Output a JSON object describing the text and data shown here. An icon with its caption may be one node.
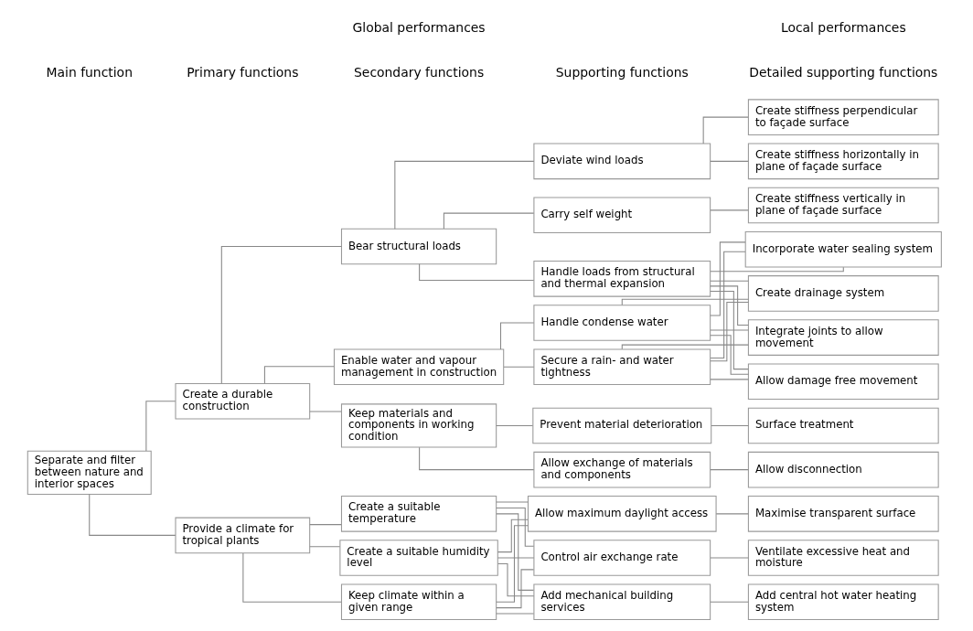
{
  "diagram": {
    "nodes": [
      {
        "text": [
          "Separate and filter between nature and interior spaces"
        ]
      },
      {
        "text": [
          "Create a durable construction"
        ]
      },
      {
        "text": [
          "Provide a climate for tropical plants"
        ]
      },
      {
        "text": [
          "Bear structural loads"
        ]
      },
      {
        "text": [
          "Enable water and vapour management in construction"
        ]
      },
      {
        "text": [
          "Keep materials and components in working condition"
        ]
      },
      {
        "text": [
          "Create a suitable temperature"
        ]
      },
      {
        "text": [
          "Create a suitable humidity level"
        ]
      },
      {
        "text": [
          "Keep climate within a given range"
        ]
      },
      {
        "text": [
          "Deviate wind loads"
        ]
      },
      {
        "text": [
          "Carry self weight"
        ]
      },
      {
        "text": [
          "Handle loads from structural and thermal expansion"
        ]
      },
      {
        "text": [
          "Secure a rain- and water tightness"
        ]
      },
      {
        "text": [
          "Handle condense water"
        ]
      },
      {
        "text": [
          "Prevent material deterioration"
        ]
      },
      {
        "text": [
          "Allow exchange of materials and components"
        ]
      },
      {
        "text": [
          "Allow maximum daylight access"
        ]
      },
      {
        "text": [
          "Control air exchange rate"
        ]
      },
      {
        "text": [
          "Add mechanical building services"
        ]
      },
      {
        "text": [
          "Create stiffness perpendicular to façade surface"
        ]
      },
      {
        "text": [
          "Create stiffness horizontally in plane of façade surface"
        ]
      },
      {
        "text": [
          "Create stiffness vertically in plane of façade surface"
        ]
      },
      {
        "text": [
          "Integrate joints to allow movement"
        ]
      },
      {
        "text": [
          "Allow damage free movement"
        ]
      },
      {
        "text": [
          "Incorporate water sealing system"
        ]
      },
      {
        "text": [
          "Create drainage system"
        ]
      },
      {
        "text": [
          "Surface treatment"
        ]
      },
      {
        "text": [
          "Allow disconnection"
        ]
      },
      {
        "text": [
          "Maximise transparent surface"
        ]
      },
      {
        "text": [
          "Ventilate excessive heat and moisture"
        ]
      },
      {
        "text": [
          "Add central hot water heating system"
        ]
      }
    ],
    "edges": [
      {
        "from": 0,
        "to": 1,
        "arrow": "none"
      },
      {
        "from": 0,
        "to": 2,
        "arrow": "none"
      },
      {
        "from": 1,
        "to": 3,
        "arrow": "none"
      },
      {
        "from": 1,
        "to": 4,
        "arrow": "none"
      },
      {
        "from": 1,
        "to": 5,
        "arrow": "none"
      },
      {
        "from": 2,
        "to": 6,
        "arrow": "none"
      },
      {
        "from": 2,
        "to": 7,
        "arrow": "none"
      },
      {
        "from": 2,
        "to": 8,
        "arrow": "none"
      },
      {
        "from": 3,
        "to": 9,
        "arrow": "none"
      },
      {
        "from": 3,
        "to": 10,
        "arrow": "none"
      },
      {
        "from": 3,
        "to": 11,
        "arrow": "none"
      },
      {
        "from": 4,
        "to": 12,
        "arrow": "none"
      },
      {
        "from": 4,
        "to": 13,
        "arrow": "none"
      },
      {
        "from": 5,
        "to": 14,
        "arrow": "none"
      },
      {
        "from": 5,
        "to": 15,
        "arrow": "none"
      },
      {
        "from": 6,
        "to": 16,
        "arrow": "none"
      },
      {
        "from": 6,
        "to": 17,
        "arrow": "none"
      },
      {
        "from": 6,
        "to": 18,
        "arrow": "none"
      },
      {
        "from": 7,
        "to": 16,
        "arrow": "none"
      },
      {
        "from": 7,
        "to": 17,
        "arrow": "none"
      },
      {
        "from": 7,
        "to": 18,
        "arrow": "none"
      },
      {
        "from": 8,
        "to": 16,
        "arrow": "none"
      },
      {
        "from": 8,
        "to": 17,
        "arrow": "none"
      },
      {
        "from": 8,
        "to": 18,
        "arrow": "none"
      },
      {
        "from": 9,
        "to": 19,
        "arrow": "none"
      },
      {
        "from": 9,
        "to": 20,
        "arrow": "none"
      },
      {
        "from": 10,
        "to": 21,
        "arrow": "none"
      },
      {
        "from": 11,
        "to": 22,
        "arrow": "none"
      },
      {
        "from": 11,
        "to": 23,
        "arrow": "none"
      },
      {
        "from": 11,
        "to": 24,
        "arrow": "none"
      },
      {
        "from": 11,
        "to": 25,
        "arrow": "none"
      },
      {
        "from": 12,
        "to": 22,
        "arrow": "none"
      },
      {
        "from": 12,
        "to": 23,
        "arrow": "none"
      },
      {
        "from": 12,
        "to": 24,
        "arrow": "none"
      },
      {
        "from": 12,
        "to": 25,
        "arrow": "none"
      },
      {
        "from": 13,
        "to": 22,
        "arrow": "none"
      },
      {
        "from": 13,
        "to": 23,
        "arrow": "none"
      },
      {
        "from": 13,
        "to": 24,
        "arrow": "none"
      },
      {
        "from": 13,
        "to": 25,
        "arrow": "none"
      },
      {
        "from": 14,
        "to": 26,
        "arrow": "none"
      },
      {
        "from": 15,
        "to": 27,
        "arrow": "none"
      },
      {
        "from": 16,
        "to": 28,
        "arrow": "none"
      },
      {
        "from": 17,
        "to": 29,
        "arrow": "none"
      },
      {
        "from": 18,
        "to": 30,
        "arrow": "none"
      }
    ],
    "labels": [
      "Main function",
      "Primary functions",
      "Secondary functions",
      "Supporting functions",
      "Detailed supporting functions",
      "Global performances",
      "Local performances"
    ]
  }
}
